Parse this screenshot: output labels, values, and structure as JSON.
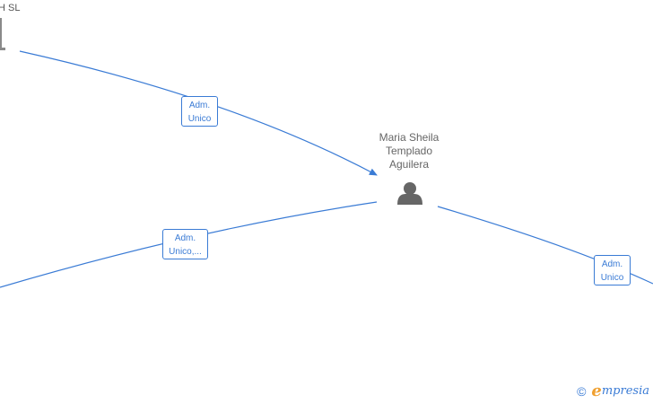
{
  "company_node": {
    "label": "H  SL"
  },
  "person_node": {
    "name_lines": [
      "Maria Sheila",
      "Templado",
      "Aguilera"
    ],
    "icon": "person-icon"
  },
  "edges": [
    {
      "role_lines": [
        "Adm.",
        "Unico"
      ]
    },
    {
      "role_lines": [
        "Adm.",
        "Unico,..."
      ]
    },
    {
      "role_lines": [
        "Adm.",
        "Unico"
      ]
    }
  ],
  "colors": {
    "edge": "#3a7bd5",
    "person_icon": "#666666",
    "text": "#666666",
    "brand_accent": "#f0a030"
  },
  "watermark": {
    "copyright_symbol": "©",
    "brand_first": "e",
    "brand_rest": "mpresia"
  }
}
